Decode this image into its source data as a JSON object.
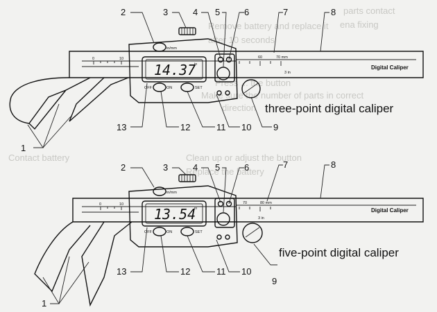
{
  "background_text": {
    "top_1": "parts contact",
    "top_2": "ena fixing",
    "top_3": "Remove battery and replace it",
    "top_4": "after 10 seconds",
    "mid_1": "Press ... the button",
    "mid_2": "Make sure the number of parts in correct",
    "mid_3": "direction",
    "mid_4": "Contact battery",
    "mid_5": "Clean up or adjust the button",
    "mid_6": "Replace the battery"
  },
  "calipers": [
    {
      "caption": "three-point digital caliper",
      "display_value": "14.37",
      "display_unit": "in",
      "beam_label": "Digital Caliper",
      "unit_button_label": "in/mm",
      "off_label": "OFF",
      "on_label": "ON",
      "set_label": "SET",
      "scale_numbers_main": [
        "0",
        "10"
      ],
      "scale_numbers_slider": [
        "60",
        "70 mm"
      ],
      "scale_inch_mark": "3 in",
      "callouts": {
        "n1": "1",
        "n2": "2",
        "n3": "3",
        "n4": "4",
        "n5": "5",
        "n6": "6",
        "n7": "7",
        "n8": "8",
        "n9": "9",
        "n10": "10",
        "n11": "11",
        "n12": "12",
        "n13": "13"
      }
    },
    {
      "caption": "five-point digital caliper",
      "display_value": "13.54",
      "display_unit": "in",
      "beam_label": "Digital Caliper",
      "unit_button_label": "in/mm",
      "off_label": "OFF",
      "on_label": "ON",
      "set_label": "SET",
      "scale_numbers_main": [
        "0",
        "10"
      ],
      "scale_numbers_slider": [
        "70",
        "80 mm"
      ],
      "scale_inch_mark": "3 in",
      "callouts": {
        "n1": "1",
        "n2": "2",
        "n3": "3",
        "n4": "4",
        "n5": "5",
        "n6": "6",
        "n7": "7",
        "n8": "8",
        "n9": "9",
        "n10": "10",
        "n11": "11",
        "n12": "12",
        "n13": "13"
      }
    }
  ],
  "colors": {
    "ink": "#111111",
    "paper": "#f2f2f0",
    "bleed": "#c8c8c4"
  }
}
